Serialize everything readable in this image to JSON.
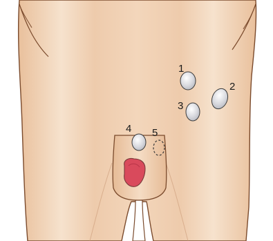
{
  "illustration": {
    "subject": "anterior-pelvis-inguinal-region",
    "colors": {
      "skin_light": "#f7e6d3",
      "skin_mid": "#f0cfb0",
      "skin_shadow": "#e2b38f",
      "outline": "#7a4a2c",
      "node_fill": "#d8d9de",
      "node_stroke": "#3a3a3a",
      "lesion": "#d94a5c",
      "background": "#ffffff"
    },
    "markers": [
      {
        "label": "1",
        "style": "solid"
      },
      {
        "label": "2",
        "style": "solid"
      },
      {
        "label": "3",
        "style": "solid"
      },
      {
        "label": "4",
        "style": "solid"
      },
      {
        "label": "5",
        "style": "dashed"
      }
    ]
  }
}
